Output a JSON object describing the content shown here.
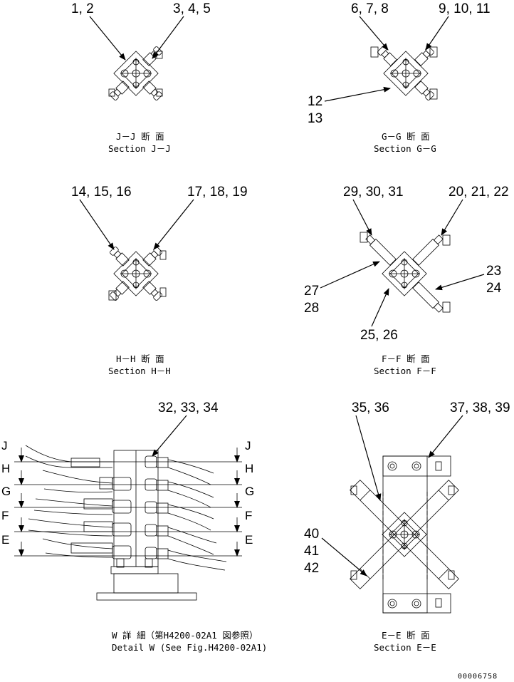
{
  "sections": {
    "jj": {
      "callouts": [
        "1, 2",
        "3, 4, 5"
      ],
      "caption_jp": "J－J 断 面",
      "caption_en": "Section J－J"
    },
    "gg": {
      "callouts": [
        "6, 7, 8",
        "9, 10, 11",
        "12",
        "13"
      ],
      "caption_jp": "G－G 断 面",
      "caption_en": "Section G－G"
    },
    "hh": {
      "callouts": [
        "14, 15, 16",
        "17, 18, 19"
      ],
      "caption_jp": "H－H 断 面",
      "caption_en": "Section H－H"
    },
    "ff": {
      "callouts": [
        "29, 30, 31",
        "20, 21, 22",
        "23",
        "24",
        "27",
        "28",
        "25, 26"
      ],
      "caption_jp": "F－F 断 面",
      "caption_en": "Section F－F"
    },
    "w": {
      "callouts": [
        "32, 33, 34"
      ],
      "section_letters": [
        "J",
        "H",
        "G",
        "F",
        "E"
      ],
      "caption_jp": "W 詳 細（第H4200-02A1 図参照）",
      "caption_en": "Detail W (See Fig.H4200-02A1)"
    },
    "ee": {
      "callouts": [
        "35, 36",
        "37, 38, 39",
        "40",
        "41",
        "42"
      ],
      "caption_jp": "E－E 断 面",
      "caption_en": "Section E－E"
    }
  },
  "drawing_number": "00006758"
}
